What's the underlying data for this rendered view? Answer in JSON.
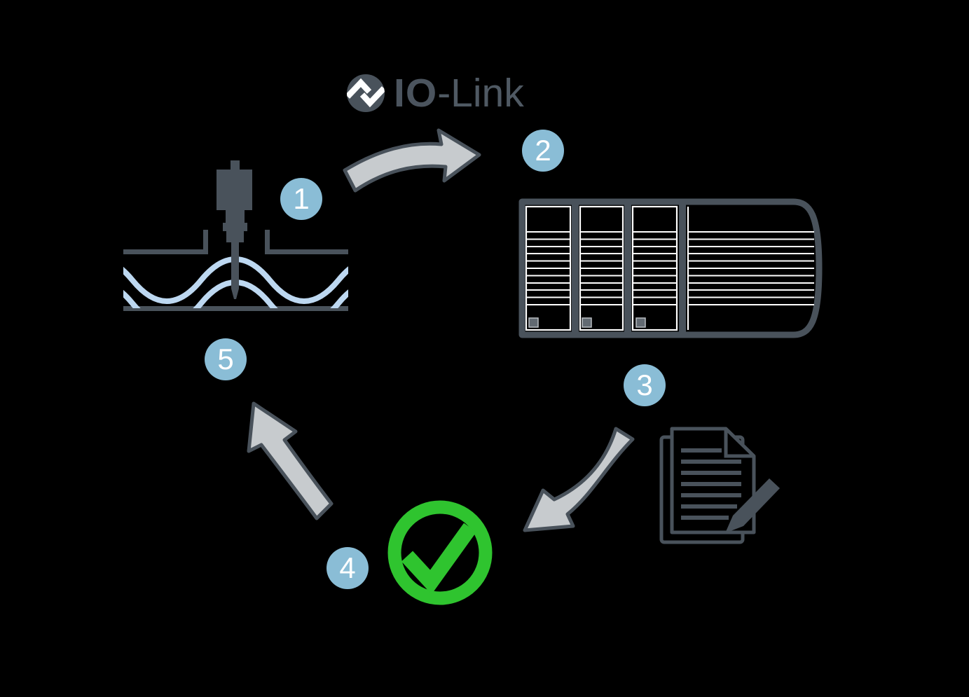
{
  "logo": {
    "brand_bold": "IO",
    "brand_light": "-Link",
    "icon": "io-link-circle-arrows-icon"
  },
  "steps": [
    {
      "number": "1",
      "icon": "level-sensor-icon"
    },
    {
      "number": "2",
      "icon": "plc-module-rack-icon"
    },
    {
      "number": "3",
      "icon": "document-pen-icon"
    },
    {
      "number": "4",
      "icon": "check-circle-icon"
    },
    {
      "number": "5",
      "icon": "return-arrow-icon"
    }
  ],
  "colors": {
    "background": "#000000",
    "dark_slate": "#49525b",
    "arrow_fill": "#c7cbce",
    "badge_blue": "#8abdd6",
    "badge_text": "#ffffff",
    "wave_blue": "#bdd8f1",
    "check_green": "#2fc42f",
    "plc_slot_white": "#ffffff"
  }
}
